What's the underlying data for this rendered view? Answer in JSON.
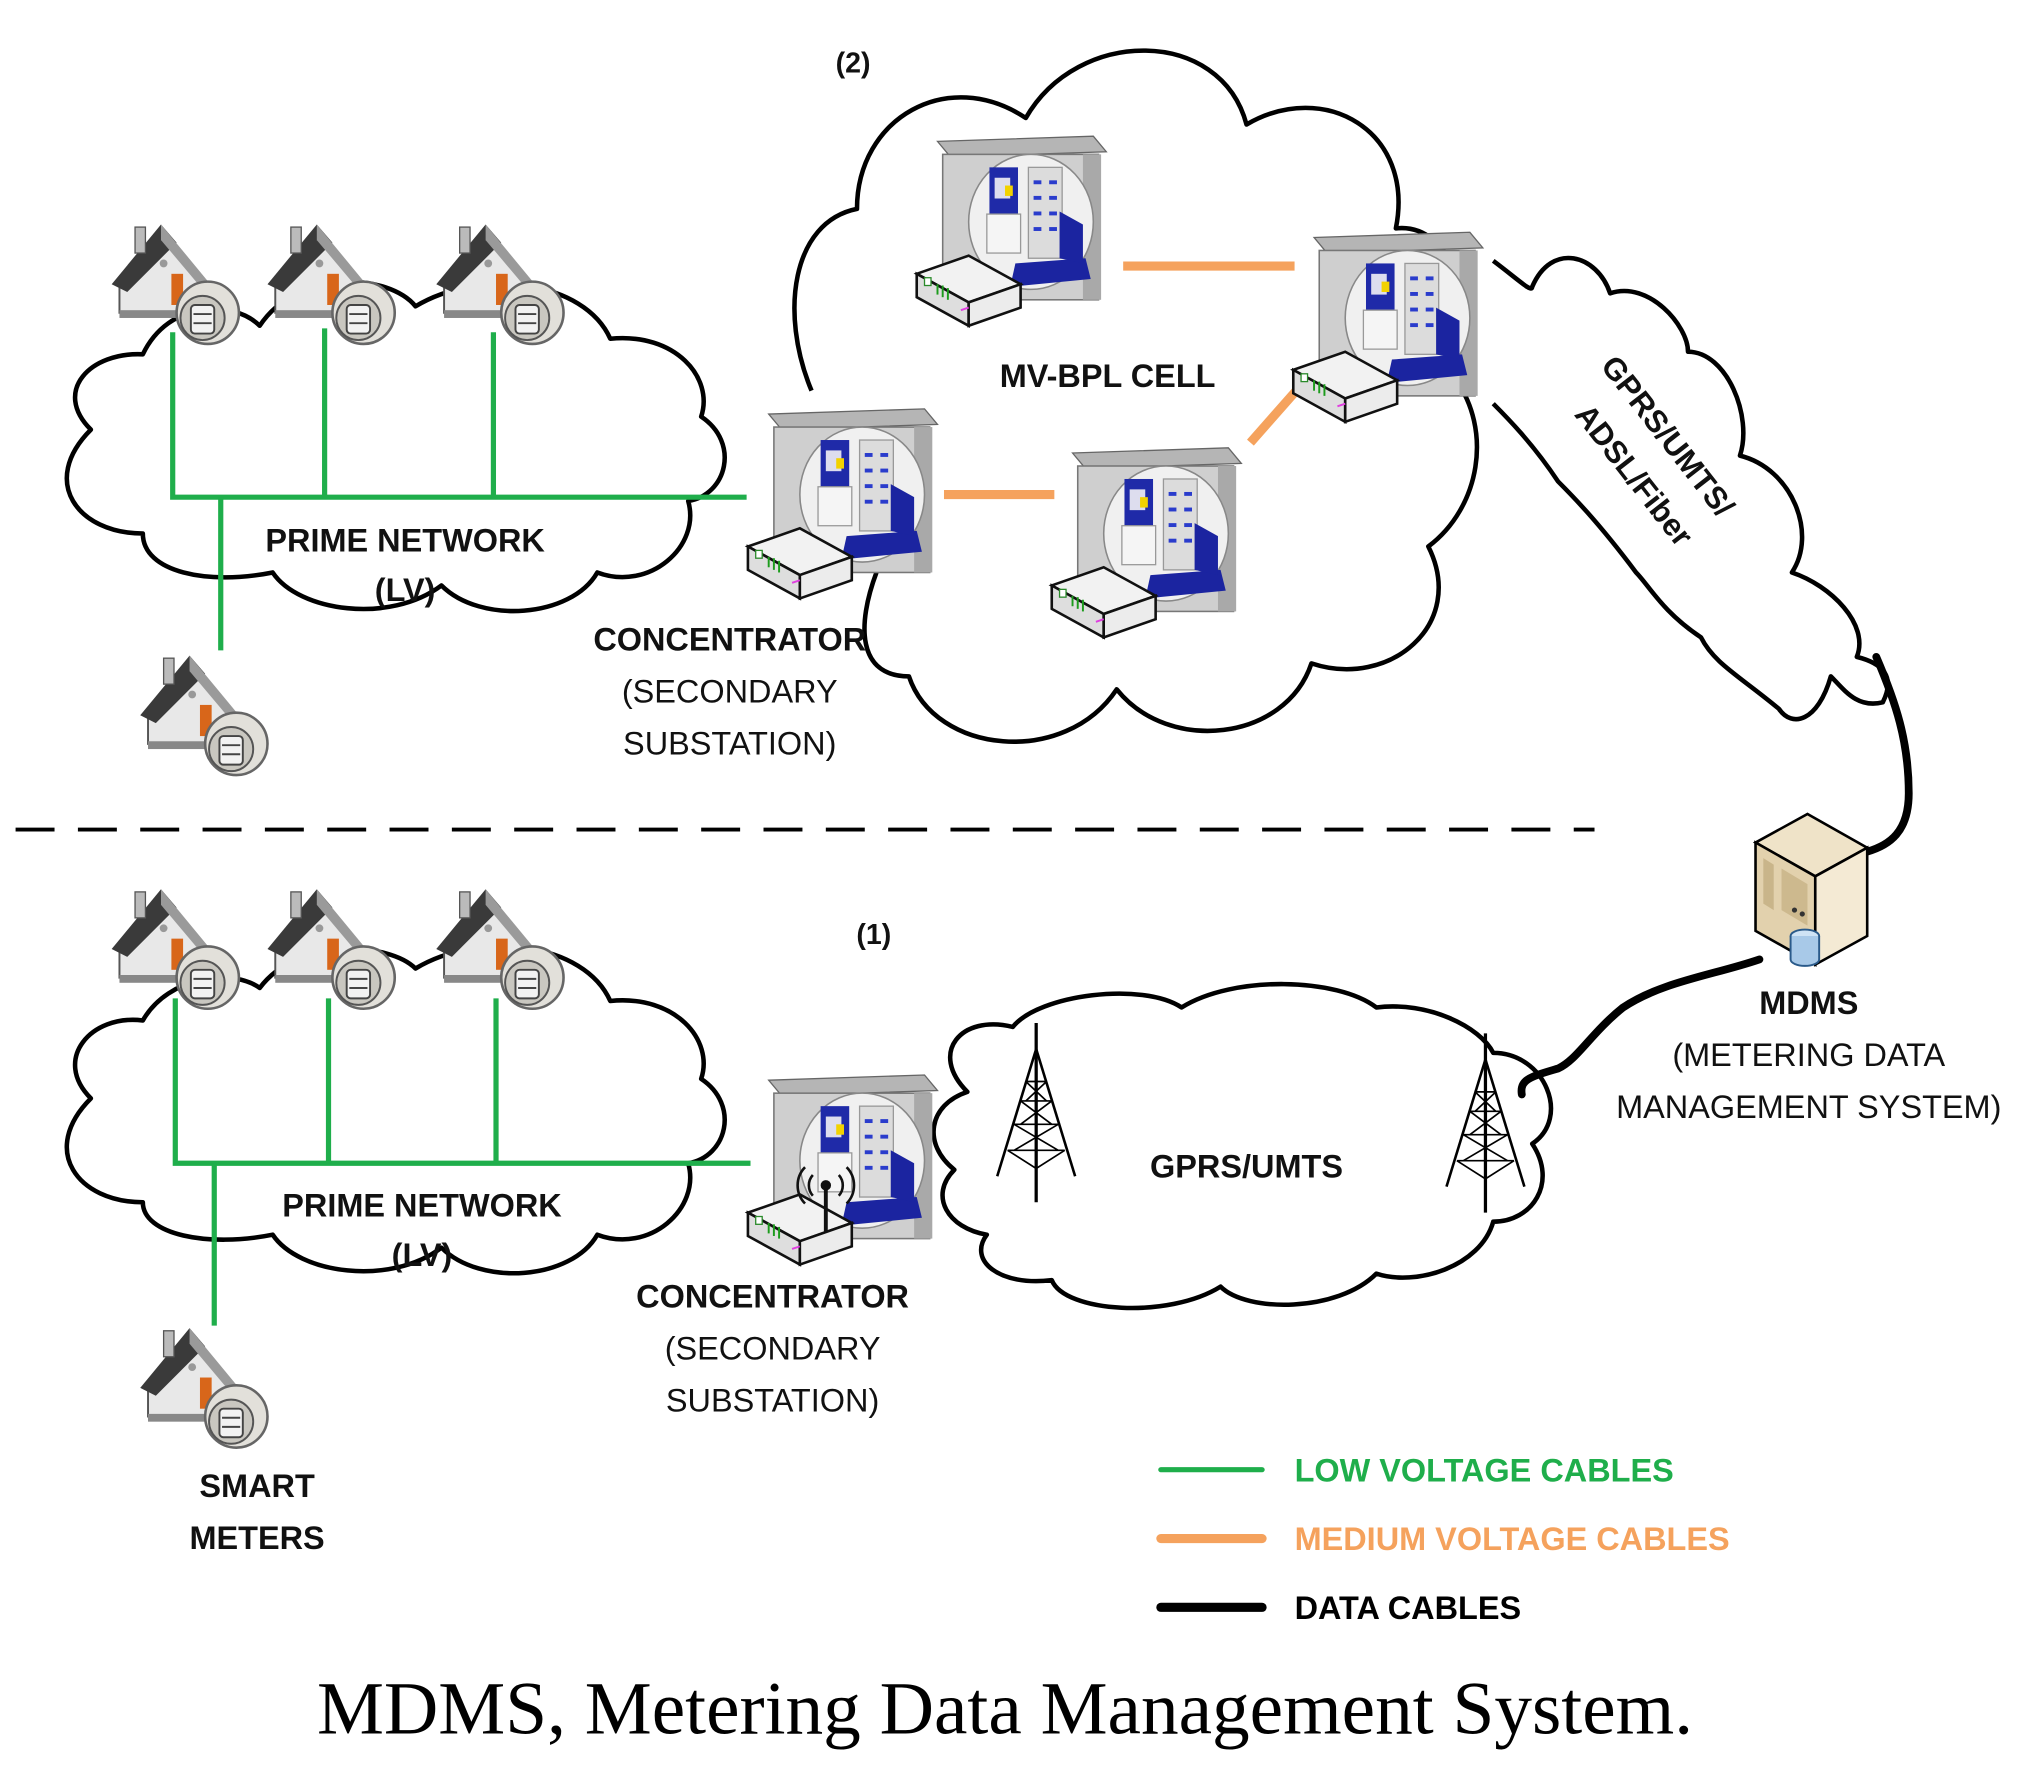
{
  "figure": {
    "caption": "MDMS, Metering Data Management System.",
    "section_labels": {
      "scenario_2": "(2)",
      "scenario_1": "(1)"
    },
    "scenario_2": {
      "lv_cloud_title": "PRIME NETWORK",
      "lv_cloud_subtitle": "(LV)",
      "concentrator_title": "CONCENTRATOR",
      "concentrator_sub1": "(SECONDARY",
      "concentrator_sub2": "SUBSTATION)",
      "mv_cell_label": "MV-BPL CELL",
      "backhaul_line1": "GPRS/UMTS/",
      "backhaul_line2": "ADSL/Fiber"
    },
    "scenario_1": {
      "lv_cloud_title": "PRIME NETWORK",
      "lv_cloud_subtitle": "(LV)",
      "concentrator_title": "CONCENTRATOR",
      "concentrator_sub1": "(SECONDARY",
      "concentrator_sub2": "SUBSTATION)",
      "cellular_label": "GPRS/UMTS",
      "meters_line1": "SMART",
      "meters_line2": "METERS"
    },
    "mdms": {
      "title": "MDMS",
      "sub1": "(METERING DATA",
      "sub2": "MANAGEMENT SYSTEM)"
    },
    "legend": [
      {
        "label": "LOW VOLTAGE CABLES",
        "color": "#1fae4b"
      },
      {
        "label": "MEDIUM VOLTAGE CABLES",
        "color": "#f5a25d"
      },
      {
        "label": "DATA CABLES",
        "color": "#000000"
      }
    ],
    "icons": {
      "house": "house-with-smart-meter-icon",
      "substation": "secondary-substation-icon",
      "tower": "cell-tower-icon",
      "server": "server-database-icon"
    }
  }
}
